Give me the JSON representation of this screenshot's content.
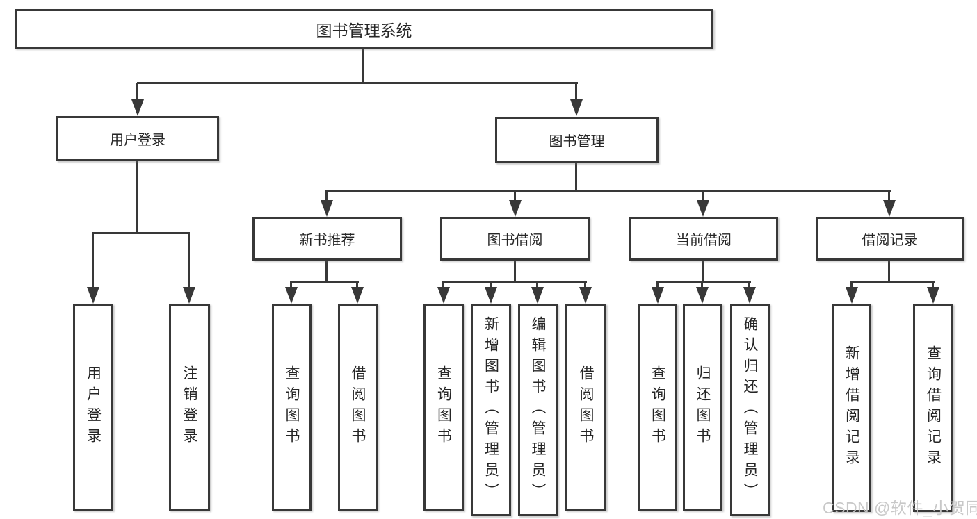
{
  "diagram": {
    "title": "图书管理系统",
    "user_login": {
      "label": "用户登录",
      "children": [
        {
          "label": "用户登录"
        },
        {
          "label": "注销登录"
        }
      ]
    },
    "book_management": {
      "label": "图书管理",
      "modules": [
        {
          "label": "新书推荐",
          "children": [
            {
              "label": "查询图书"
            },
            {
              "label": "借阅图书"
            }
          ]
        },
        {
          "label": "图书借阅",
          "children": [
            {
              "label": "查询图书"
            },
            {
              "label": "新增图书（管理员）"
            },
            {
              "label": "编辑图书（管理员）"
            },
            {
              "label": "借阅图书"
            }
          ]
        },
        {
          "label": "当前借阅",
          "children": [
            {
              "label": "查询图书"
            },
            {
              "label": "归还图书"
            },
            {
              "label": "确认归还（管理员）"
            }
          ]
        },
        {
          "label": "借阅记录",
          "children": [
            {
              "label": "新增借阅记录"
            },
            {
              "label": "查询借阅记录"
            }
          ]
        }
      ]
    }
  },
  "watermark": {
    "text": "CSDN @软件_小贺同学"
  },
  "colors": {
    "line": "#383838",
    "text": "#262626",
    "background": "#ffffff",
    "watermark": "#c5c5c5"
  }
}
